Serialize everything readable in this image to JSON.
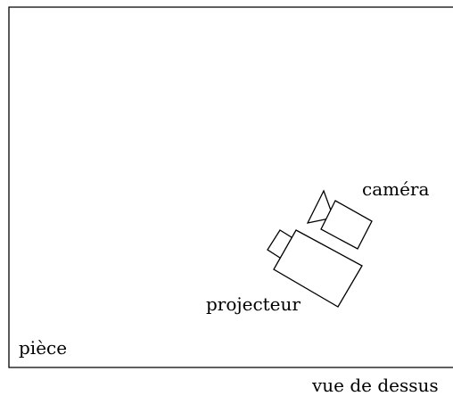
{
  "labels": {
    "camera": "caméra",
    "projector": "projecteur",
    "room": "pièce",
    "view": "vue de dessus"
  },
  "colors": {
    "stroke": "#000000",
    "background": "#ffffff"
  }
}
